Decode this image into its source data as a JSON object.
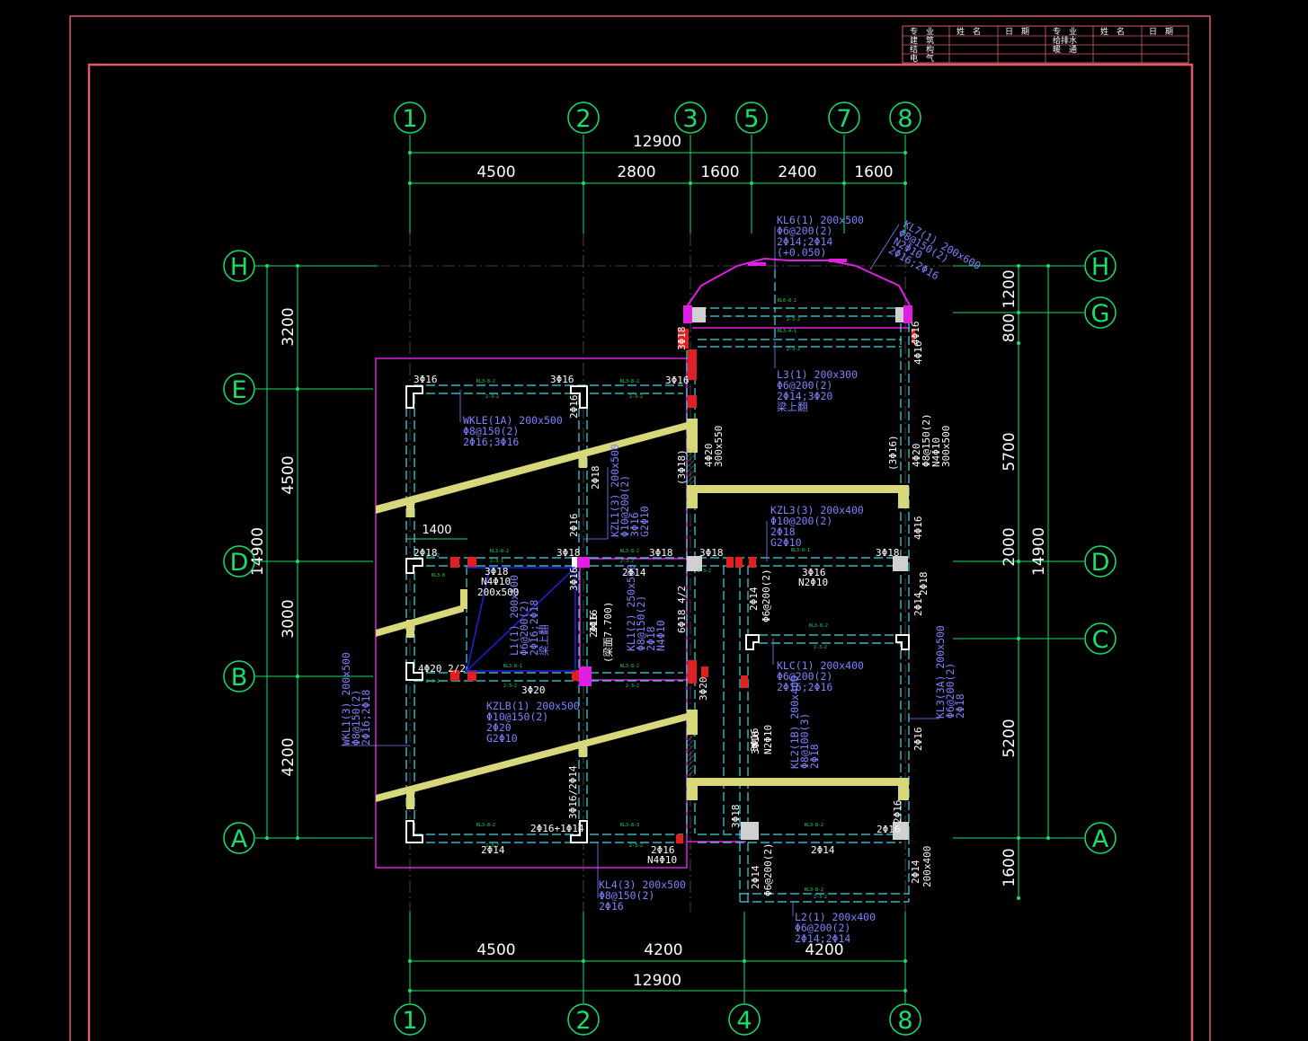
{
  "title_block": {
    "row1": [
      "专　业",
      "姓　名",
      "日　期",
      "专　业",
      "姓　名",
      "日　期"
    ],
    "row2": [
      "建　筑",
      "给排水"
    ],
    "row3": [
      "结　构",
      "暖　通"
    ],
    "row4": [
      "电　气"
    ]
  },
  "axes": {
    "top_bubbles": [
      "1",
      "2",
      "3",
      "5",
      "7",
      "8"
    ],
    "bottom_bubbles": [
      "1",
      "2",
      "4",
      "8"
    ],
    "left_bubbles": [
      "H",
      "E",
      "D",
      "B",
      "A"
    ],
    "right_bubbles": [
      "H",
      "G",
      "D",
      "C",
      "A"
    ]
  },
  "dimensions": {
    "top_total": "12900",
    "top_segments": [
      "4500",
      "2800",
      "1600",
      "2400",
      "1600"
    ],
    "bottom_total": "12900",
    "bottom_segments": [
      "4500",
      "4200",
      "4200"
    ],
    "left_total": "14900",
    "left_segments": [
      "3200",
      "4500",
      "3000",
      "4200"
    ],
    "right_total": "14900",
    "right_segments": [
      "1200",
      "800",
      "5700",
      "2000",
      "5200",
      "1600"
    ],
    "opening_width": "1400"
  },
  "beam_labels": {
    "kl6": [
      "KL6(1) 200x500",
      "Φ6@200(2)",
      "2Φ14;2Φ14",
      "(+0.050)"
    ],
    "kl7": [
      "KL7(1) 200x600",
      "Φ8@150(2)",
      "N2Φ10",
      "2Φ16;2Φ16"
    ],
    "l3": [
      "L3(1) 200x300",
      "Φ6@200(2)",
      "2Φ14;3Φ20",
      "梁上翻"
    ],
    "wkle": [
      "WKLE(1A) 200x500",
      "Φ8@150(2)",
      "2Φ16;3Φ16"
    ],
    "kzl1": [
      "KZL1(3) 200x500",
      "Φ10@200(2)",
      "3Φ16",
      "G2Φ10"
    ],
    "kzl3": [
      "KZL3(3) 200x400",
      "Φ10@200(2)",
      "2Φ18",
      "G2Φ10"
    ],
    "l1": [
      "L1(1) 200x500",
      "Φ6@200(2)",
      "2Φ16;2Φ18",
      "梁上翻"
    ],
    "kl1": [
      "KL1(2) 250x500",
      "Φ8@150(2)",
      "2Φ18",
      "N4Φ10"
    ],
    "n4": [
      "N4Φ10",
      "200x500"
    ],
    "klc": [
      "KLC(1) 200x400",
      "Φ6@200(2)",
      "2Φ16;2Φ16"
    ],
    "kzlb": [
      "KZLB(1) 200x500",
      "Φ10@150(2)",
      "2Φ20",
      "G2Φ10"
    ],
    "kl2": [
      "KL2(1B) 200x400",
      "Φ8@100(3)",
      "2Φ18"
    ],
    "kl3": [
      "KL3(3A) 200x500",
      "Φ6@200(2)",
      "2Φ18"
    ],
    "wkl1": [
      "WKL1(3) 200x500",
      "Φ8@150(2)",
      "2Φ16;2Φ18"
    ],
    "kl4": [
      "KL4(3) 200x500",
      "Φ8@150(2)",
      "2Φ16"
    ],
    "l2": [
      "L2(1) 200x400",
      "Φ6@200(2)",
      "2Φ14;2Φ14"
    ],
    "col_right": [
      "4Φ20",
      "Φ8@150(2)",
      "N4Φ10",
      "300x500"
    ],
    "col_left": [
      "4Φ20",
      "300x550"
    ]
  },
  "rebar": {
    "t3016a": "3Φ16",
    "t3016b": "3Φ16",
    "t3016c": "3Φ16",
    "t2016v": "2Φ16",
    "t2018v": "2Φ18",
    "t2016v2": "2Φ16",
    "t3018a": "3Φ18",
    "t3018b": "3Φ18",
    "t3018c": "3Φ18",
    "t3018d": "3Φ18",
    "t3018e": "3Φ18",
    "t2018a": "2Φ18",
    "t2014a": "2Φ14",
    "t3016n": "3Φ16",
    "t2010n": "N2Φ10",
    "t3016v": "3Φ16",
    "t2016v3": "2Φ16",
    "t6018": "6Φ18 4/2",
    "t4020": "4Φ20 2/2",
    "t3020": "3Φ20",
    "t3020v": "3Φ20",
    "t2014b": "2Φ14",
    "tphi6": "Φ6@200(2)",
    "t2018b": "2Φ18",
    "t2014c": "2Φ14",
    "t4016": "4Φ16",
    "t4016b": "4Φ16",
    "t3016d": "3Φ16",
    "t3016_2014": "3Φ16/2Φ14",
    "t2016_1014": "2Φ16+1Φ14",
    "t2014d": "2Φ14",
    "t2016b": "2Φ16",
    "tn4010": "N4Φ10",
    "t2014e": "2Φ14",
    "t2016c": "2Φ16",
    "t3018f": "3Φ18",
    "t2016d": "2Φ16",
    "t2014f": "2Φ14",
    "tphi6b": "Φ6@200(2)",
    "t2014g": "2Φ14",
    "t200x400": "200x400",
    "t3016e": "3Φ16",
    "tn2010b": "N2Φ10",
    "t2016e": "2Φ16",
    "t3016bv": "(3Φ16)",
    "t3018gv": "(3Φ18)",
    "t2016f": "2Φ16",
    "tbr": "(梁面7.700)"
  },
  "colors": {
    "grid": "#18e06a",
    "border": "#e05a6a",
    "dim": "#ffffff",
    "beam_dash": "#40d8e8",
    "annotation": "#8080ff",
    "stair": "#d8d87a",
    "magenta": "#e020e0",
    "column_red": "#e02020",
    "column_grey": "#d0d0d0"
  }
}
